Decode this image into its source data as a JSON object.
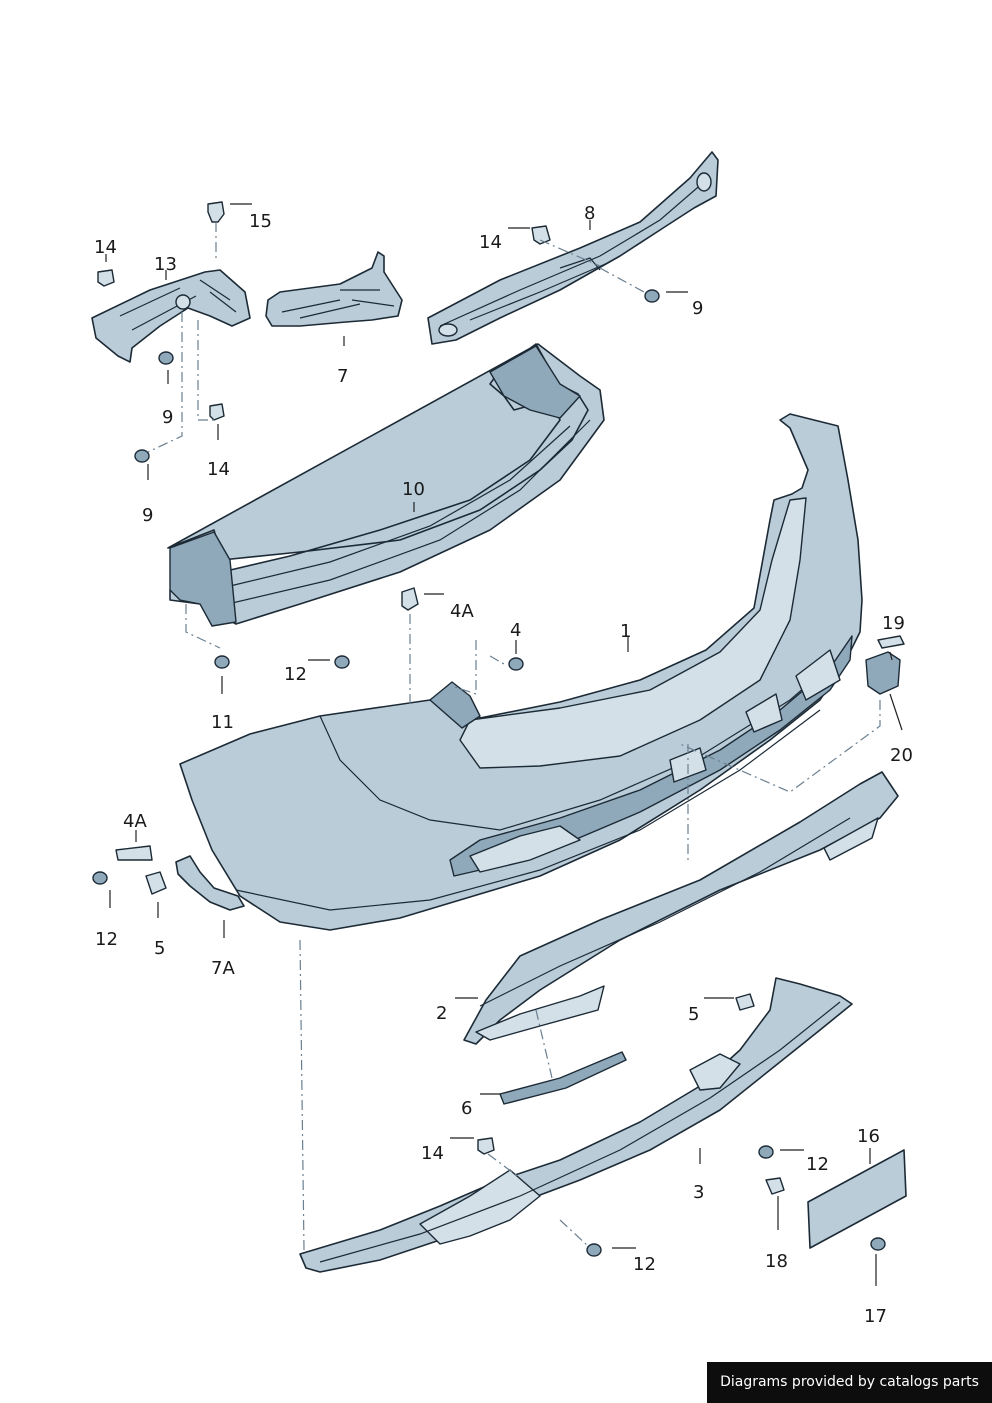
{
  "callouts": {
    "c1": "1",
    "c2": "2",
    "c3": "3",
    "c4": "4",
    "c4a_top": "4A",
    "c4a_left": "4A",
    "c5_left": "5",
    "c5_right": "5",
    "c6": "6",
    "c7": "7",
    "c7a": "7A",
    "c8": "8",
    "c9_mid": "9",
    "c9_low": "9",
    "c9_right": "9",
    "c10": "10",
    "c11": "11",
    "c12_mid": "12",
    "c12_left": "12",
    "c12_right": "12",
    "c12_bottom": "12",
    "c13": "13",
    "c14_tl": "14",
    "c14_low": "14",
    "c14_top": "14",
    "c14_bottom": "14",
    "c15": "15",
    "c16": "16",
    "c17": "17",
    "c18": "18",
    "c19": "19",
    "c20": "20"
  },
  "credit": "Diagrams provided by catalogs parts"
}
